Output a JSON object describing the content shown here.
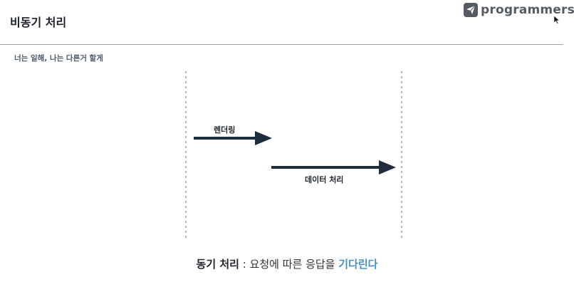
{
  "header": {
    "title": "비동기 처리",
    "brand_name": "programmers",
    "brand_color": "#555b62"
  },
  "subtitle": "너는 일해, 나는 다른거 할게",
  "diagram": {
    "rendering_label": "렌더링",
    "data_label": "데이터 처리",
    "line_color": "#1e2d3d",
    "guide_color": "#9e9e9e"
  },
  "caption": {
    "term": "동기 처리",
    "separator": " : ",
    "middle": "요청에 따른 응답을 ",
    "emphasis": "기다린다",
    "accent_color": "#4a8fc4"
  },
  "icons": {
    "brand": "paper-plane-icon",
    "cursor": "mouse-cursor-icon"
  }
}
